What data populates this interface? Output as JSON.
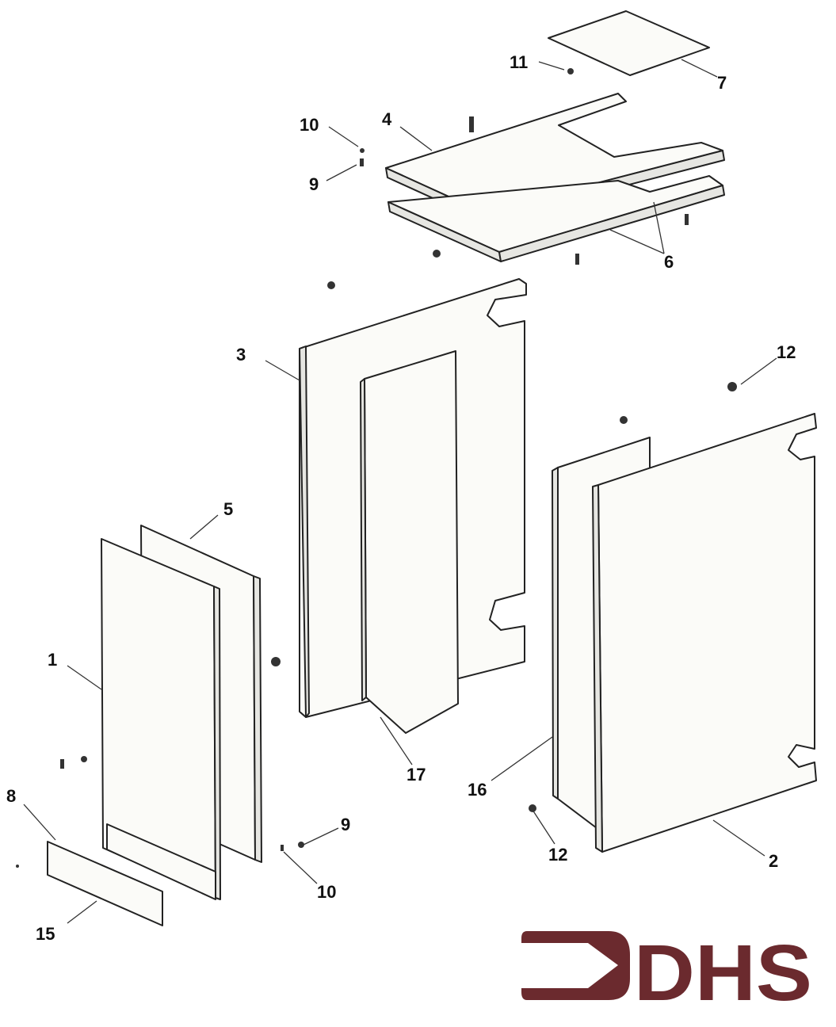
{
  "part_labels": {
    "p1": "1",
    "p2": "2",
    "p3": "3",
    "p4": "4",
    "p5": "5",
    "p6": "6",
    "p7": "7",
    "p8": "8",
    "p9a": "9",
    "p9b": "9",
    "p10a": "10",
    "p10b": "10",
    "p11": "11",
    "p12a": "12",
    "p12b": "12",
    "p15": "15",
    "p16": "16",
    "p17": "17"
  },
  "logo": {
    "text": "DHS",
    "color": "#6b2a2e"
  }
}
